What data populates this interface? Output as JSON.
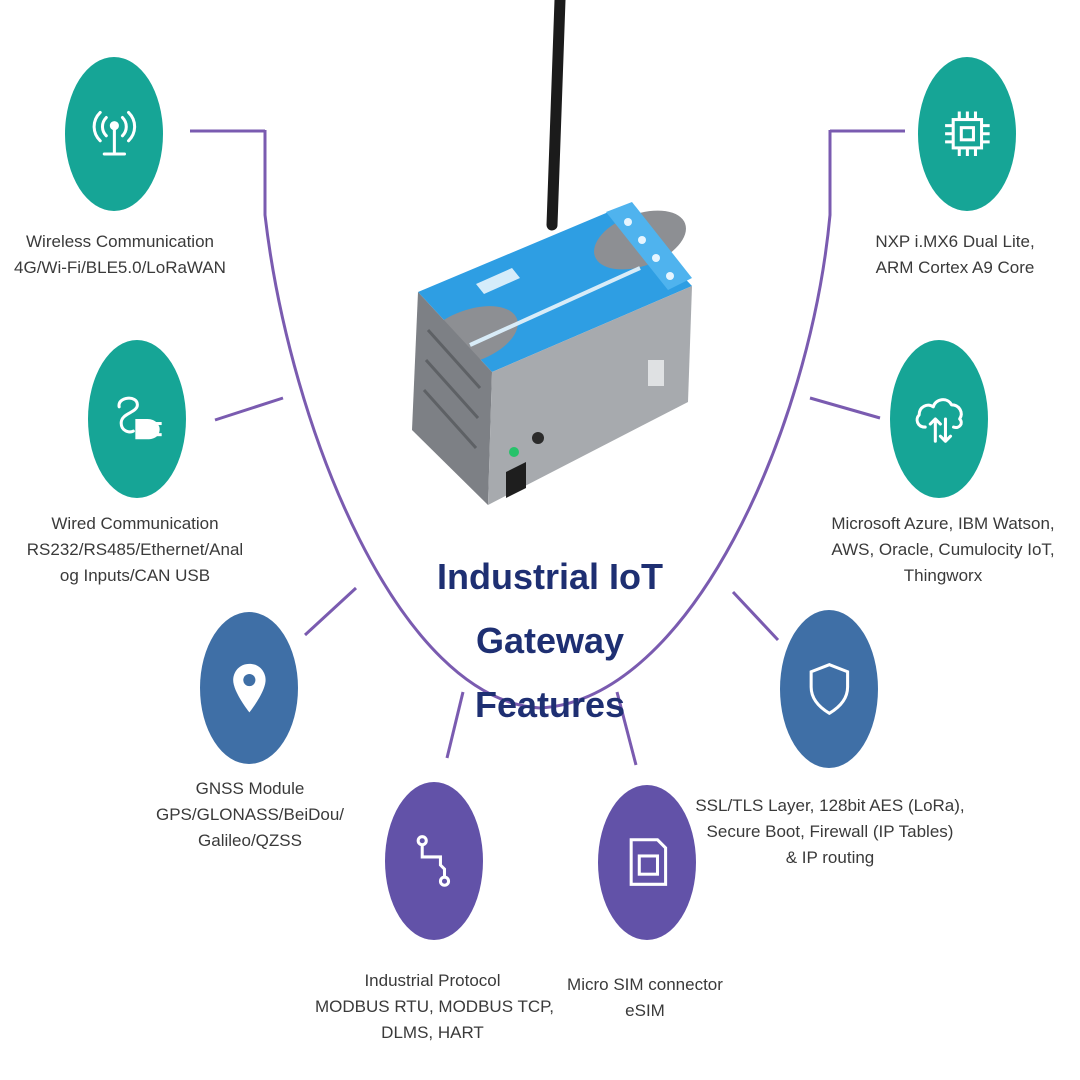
{
  "title": {
    "line1": "Industrial IoT Gateway",
    "line2": "Features"
  },
  "device": {
    "logo_text": "",
    "brand_strip_text": ""
  },
  "colors": {
    "teal": "#16a596",
    "steel_blue": "#3f6fa6",
    "purple": "#6252a8",
    "connector": "#7a5bb0",
    "title": "#1e2f72"
  },
  "features": [
    {
      "id": "wireless",
      "icon": "antenna-icon",
      "color": "teal",
      "lines": [
        "Wireless Communication",
        "4G/Wi-Fi/BLE5.0/LoRaWAN"
      ]
    },
    {
      "id": "wired",
      "icon": "plug-icon",
      "color": "teal",
      "lines": [
        "Wired Communication",
        "RS232/RS485/Ethernet/Anal",
        "og Inputs/CAN USB"
      ]
    },
    {
      "id": "gnss",
      "icon": "location-pin-icon",
      "color": "steel_blue",
      "lines": [
        "GNSS Module",
        "GPS/GLONASS/BeiDou/",
        "Galileo/QZSS"
      ]
    },
    {
      "id": "protocol",
      "icon": "circuit-icon",
      "color": "purple",
      "lines": [
        "Industrial Protocol",
        "MODBUS RTU, MODBUS TCP,",
        "DLMS, HART"
      ]
    },
    {
      "id": "sim",
      "icon": "sim-card-icon",
      "color": "purple",
      "lines": [
        "Micro SIM connector",
        "eSIM"
      ]
    },
    {
      "id": "security",
      "icon": "shield-icon",
      "color": "steel_blue",
      "lines": [
        "SSL/TLS Layer, 128bit AES (LoRa),",
        "Secure Boot, Firewall (IP Tables)",
        "& IP routing"
      ]
    },
    {
      "id": "cloud",
      "icon": "cloud-sync-icon",
      "color": "teal",
      "lines": [
        "Microsoft Azure, IBM Watson,",
        "AWS, Oracle, Cumulocity IoT,",
        "Thingworx"
      ]
    },
    {
      "id": "processor",
      "icon": "chip-icon",
      "color": "teal",
      "lines": [
        "NXP i.MX6 Dual Lite,",
        "ARM Cortex A9 Core"
      ]
    }
  ]
}
